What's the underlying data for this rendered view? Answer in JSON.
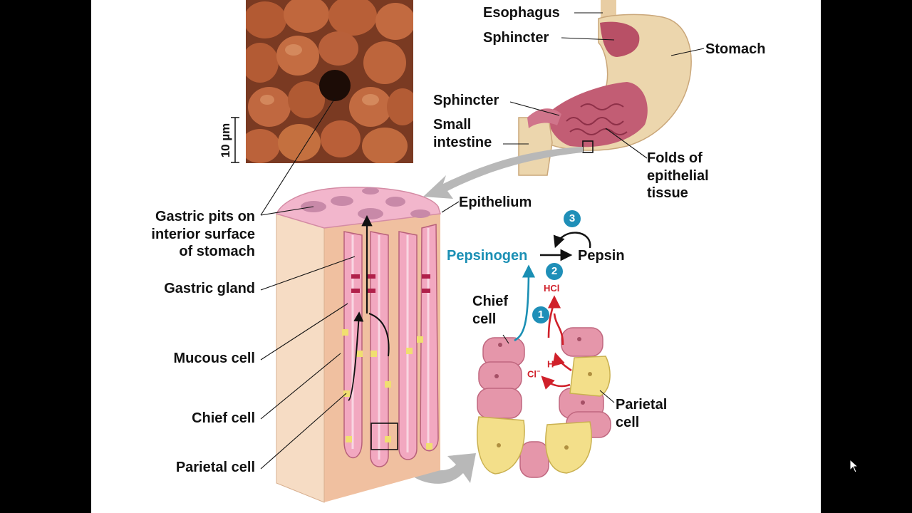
{
  "micrograph": {
    "scale_label": "10 µm"
  },
  "labels": {
    "esophagus": "Esophagus",
    "sphincter_top": "Sphincter",
    "stomach": "Stomach",
    "sphincter_lower": "Sphincter",
    "small_intestine_1": "Small",
    "small_intestine_2": "intestine",
    "folds_1": "Folds of",
    "folds_2": "epithelial",
    "folds_3": "tissue",
    "gastric_pits_1": "Gastric pits on",
    "gastric_pits_2": "interior surface",
    "gastric_pits_3": "of stomach",
    "epithelium": "Epithelium",
    "gastric_gland": "Gastric gland",
    "mucous_cell": "Mucous cell",
    "chief_cell": "Chief cell",
    "parietal_cell": "Parietal cell",
    "chief_cell_detail_1": "Chief",
    "chief_cell_detail_2": "cell",
    "parietal_detail_1": "Parietal",
    "parietal_detail_2": "cell",
    "pepsinogen": "Pepsinogen",
    "pepsin": "Pepsin",
    "hcl": "HCl",
    "h_ion": "H",
    "h_charge": "+",
    "cl_ion": "Cl",
    "cl_charge": "−"
  },
  "steps": [
    "1",
    "2",
    "3"
  ],
  "colors": {
    "background": "#ffffff",
    "frame": "#000000",
    "pepsinogen_blue": "#1a8fb4",
    "hcl_red": "#d0202a",
    "step_circle": "#1f8fb8",
    "chief_cell_pink": "#e596aa",
    "parietal_cell_yellow": "#f3df8a",
    "stomach_tan": "#ecd6ad",
    "tissue_peach": "#f4d2b6"
  }
}
